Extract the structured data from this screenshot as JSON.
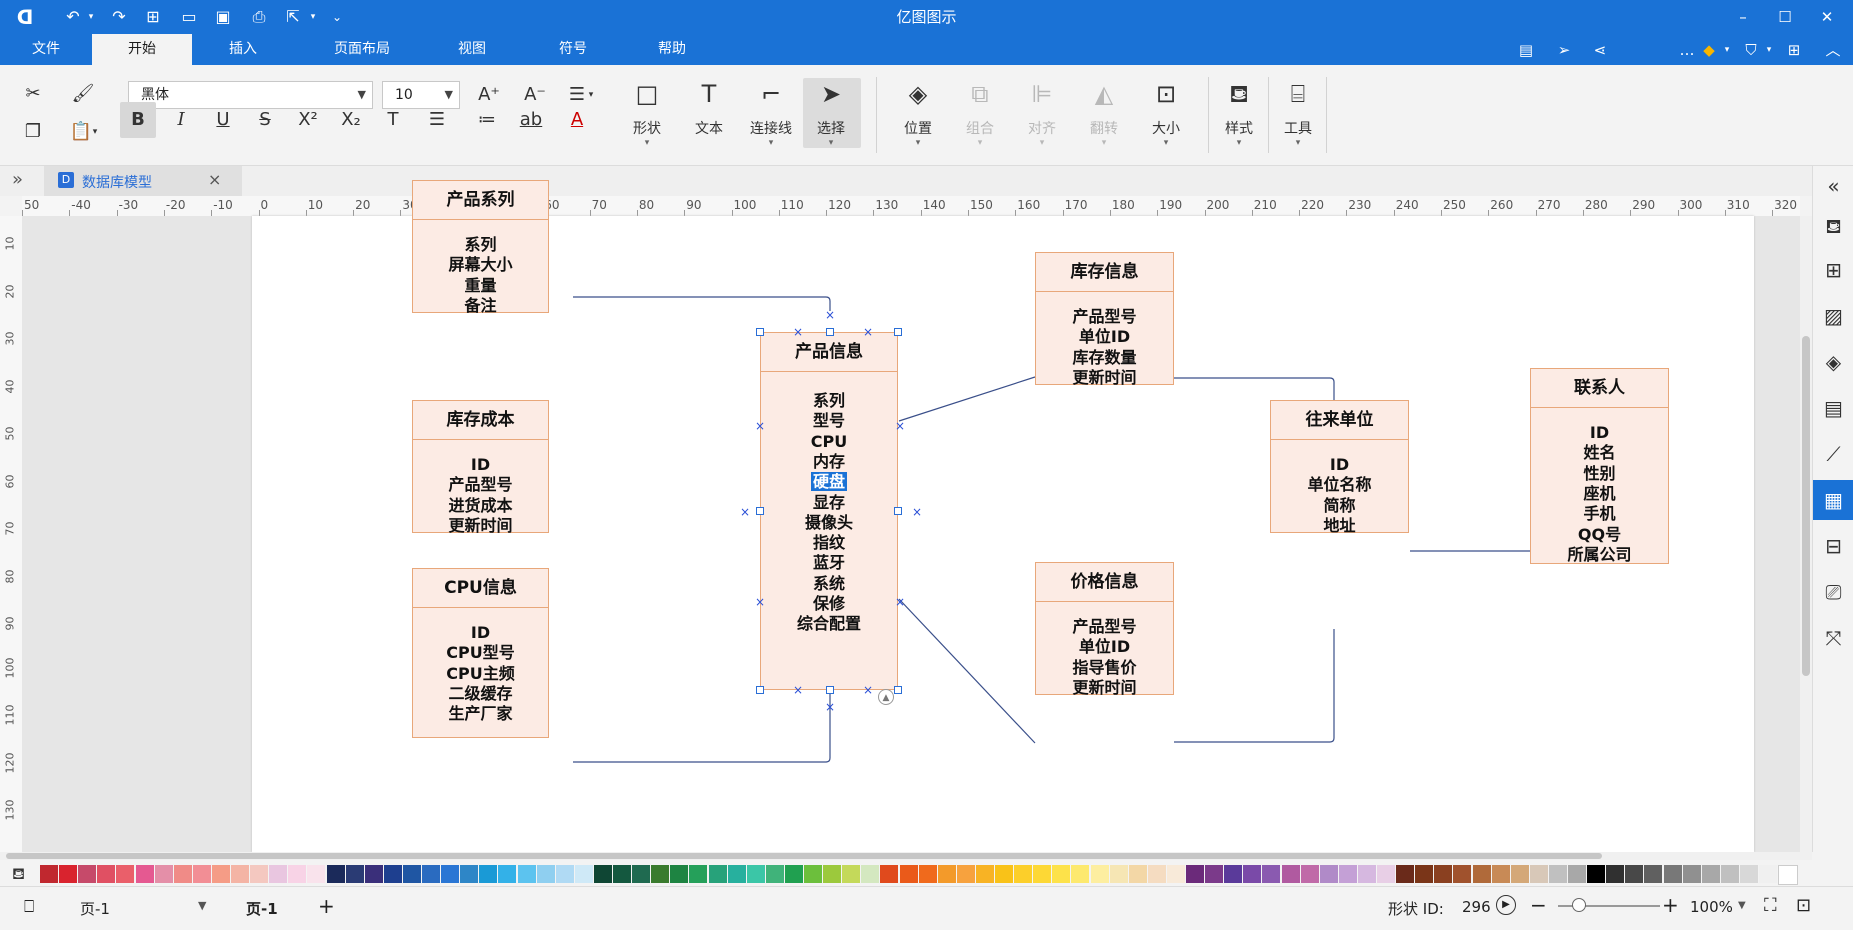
{
  "app": {
    "title": "亿图图示"
  },
  "menu": {
    "items": [
      {
        "label": "文件"
      },
      {
        "label": "开始",
        "active": true
      },
      {
        "label": "插入"
      },
      {
        "label": "页面布局"
      },
      {
        "label": "视图"
      },
      {
        "label": "符号"
      },
      {
        "label": "帮助"
      }
    ]
  },
  "ribbon": {
    "font_name": "黑体",
    "font_size": "10",
    "tools": {
      "shape": "形状",
      "text": "文本",
      "connector": "连接线",
      "select": "选择",
      "position": "位置",
      "group": "组合",
      "align": "对齐",
      "flip": "翻转",
      "size": "大小",
      "style": "样式",
      "tools": "工具"
    }
  },
  "doc_tab": {
    "title": "数据库模型",
    "close": "×"
  },
  "ruler": {
    "h": [
      "50",
      "-40",
      "-30",
      "-20",
      "-10",
      "0",
      "10",
      "20",
      "30",
      "40",
      "50",
      "60",
      "70",
      "80",
      "90",
      "100",
      "110",
      "120",
      "130",
      "140",
      "150",
      "160",
      "170",
      "180",
      "190",
      "200",
      "210",
      "220",
      "230",
      "240",
      "250",
      "260",
      "270",
      "280",
      "290",
      "300",
      "310",
      "320"
    ],
    "v": [
      "10",
      "20",
      "30",
      "40",
      "50",
      "60",
      "70",
      "80",
      "90",
      "100",
      "110",
      "120",
      "130"
    ]
  },
  "entities": [
    {
      "id": "series",
      "title": "产品系列",
      "fields": [
        "系列",
        "屏幕大小",
        "重量",
        "备注"
      ]
    },
    {
      "id": "stock-cost",
      "title": "库存成本",
      "fields": [
        "ID",
        "产品型号",
        "进货成本",
        "更新时间"
      ]
    },
    {
      "id": "cpu",
      "title": "CPU信息",
      "fields": [
        "ID",
        "CPU型号",
        "CPU主频",
        "二级缓存",
        "生产厂家"
      ]
    },
    {
      "id": "product",
      "title": "产品信息",
      "fields": [
        "系列",
        "型号",
        "CPU",
        "内存",
        "硬盘",
        "显存",
        "摄像头",
        "指纹",
        "蓝牙",
        "系统",
        "保修",
        "综合配置"
      ],
      "highlight": "硬盘"
    },
    {
      "id": "stock",
      "title": "库存信息",
      "fields": [
        "产品型号",
        "单位ID",
        "库存数量",
        "更新时间"
      ]
    },
    {
      "id": "price",
      "title": "价格信息",
      "fields": [
        "产品型号",
        "单位ID",
        "指导售价",
        "更新时间"
      ]
    },
    {
      "id": "partner",
      "title": "往来单位",
      "fields": [
        "ID",
        "单位名称",
        "简称",
        "地址"
      ]
    },
    {
      "id": "contact",
      "title": "联系人",
      "fields": [
        "ID",
        "姓名",
        "性别",
        "座机",
        "手机",
        "QQ号",
        "所属公司"
      ]
    }
  ],
  "palette": {
    "colors": [
      "#c0282f",
      "#d9232e",
      "#c64a6a",
      "#e05063",
      "#ea5f6a",
      "#e55991",
      "#e48fa8",
      "#f08b87",
      "#f28e95",
      "#f59c86",
      "#f4b4a5",
      "#f4c8c0",
      "#e9c6e0",
      "#f8d3e6",
      "#f9e3ec",
      "#1b2a5a",
      "#2a3b74",
      "#3a2f7a",
      "#1e3f8f",
      "#1f56a3",
      "#2a6bc0",
      "#2a76d4",
      "#2e86c7",
      "#1a9ad6",
      "#33b1e8",
      "#5cc3ef",
      "#8fcff0",
      "#b0daf4",
      "#cfe9f7",
      "#0f4634",
      "#14583f",
      "#1f6a50",
      "#3a7b2e",
      "#1e8442",
      "#25a05a",
      "#27a27a",
      "#27b09e",
      "#3bc6a7",
      "#40b37a",
      "#20a050",
      "#6cbf3c",
      "#9cc93c",
      "#c4d95a",
      "#d4e8c0",
      "#e04a1d",
      "#ea5a1a",
      "#f06a1c",
      "#f39a2a",
      "#f7a23e",
      "#f8b324",
      "#f9c218",
      "#fccf2a",
      "#fdd835",
      "#fde24a",
      "#fde96e",
      "#fdeea0",
      "#f6e6b4",
      "#f3d7a6",
      "#f5dcc1",
      "#f8ead9",
      "#6b2a7a",
      "#7b3a8a",
      "#5a3a9a",
      "#7a4aa8",
      "#8a5ab0",
      "#b05aa0",
      "#c06aa8",
      "#b08ac8",
      "#c4a0d6",
      "#d6b8e0",
      "#e8cfe6",
      "#6a2a1a",
      "#7a3518",
      "#8a4020",
      "#a0522d",
      "#b06a3a",
      "#c88a56",
      "#d4a878",
      "#d8c8b8",
      "#c0c0c0",
      "#a8a8a8",
      "#000000",
      "#303030",
      "#484848",
      "#606060",
      "#787878",
      "#909090",
      "#a8a8a8",
      "#c0c0c0",
      "#d8d8d8",
      "#f0f0f0",
      "#ffffff"
    ]
  },
  "status": {
    "page_selector": "页-1",
    "page_tab": "页-1",
    "add_page": "+",
    "shape_id_label": "形状 ID:",
    "shape_id_value": "296",
    "zoom": "100%"
  }
}
